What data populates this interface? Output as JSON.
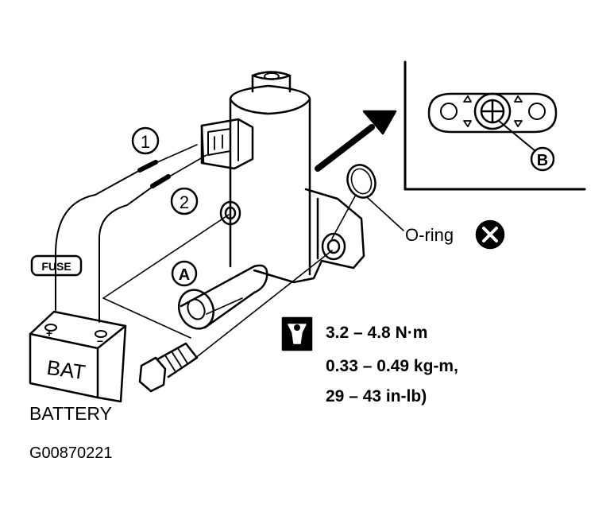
{
  "callouts": {
    "wire_1": "1",
    "wire_2": "2",
    "part_a": "A",
    "part_b": "B"
  },
  "labels": {
    "fuse": "FUSE",
    "bat": "BAT",
    "battery": "BATTERY",
    "o_ring": "O-ring",
    "figure_id": "G00870221"
  },
  "torque": {
    "line1": "3.2 – 4.8 N·m",
    "line2": "0.33 – 0.49 kg-m,",
    "line3": "29 – 43 in-lb)"
  },
  "battery_terminals": {
    "positive": "+",
    "negative": "−"
  },
  "icons": [
    "torque-wrench-icon",
    "do-not-reuse-x-icon",
    "arrow-icon"
  ]
}
